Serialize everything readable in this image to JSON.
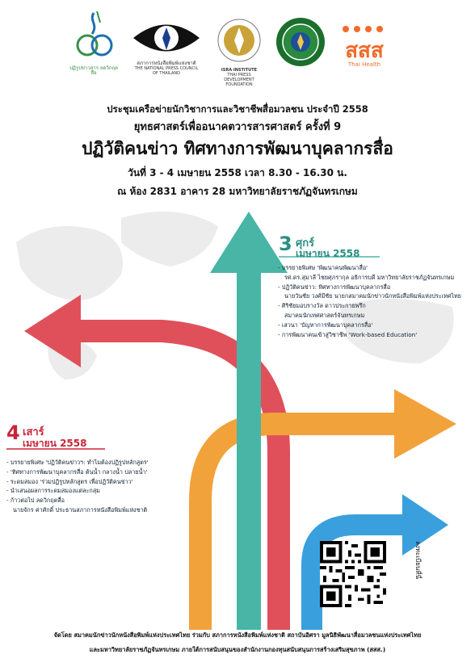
{
  "logos": [
    {
      "name": "thai-journalists-association-logo",
      "caption": "ปฏิรูปข่าวสาร ลดวิกฤตสื่อ"
    },
    {
      "name": "national-press-council-logo",
      "caption": "สภาการหนังสือพิมพ์แห่งชาติ",
      "caption2": "THE NATIONAL PRESS COUNCIL OF THAILAND"
    },
    {
      "name": "isra-institute-logo",
      "caption": "ISRA INSTITUTE",
      "caption2": "THAI PRESS DEVELOPMENT FOUNDATION"
    },
    {
      "name": "chandrakasem-rajabhat-logo",
      "caption": ""
    },
    {
      "name": "thai-health-logo",
      "caption": "สสส",
      "caption2": "Thai Health"
    }
  ],
  "header": {
    "line1": "ประชุมเครือข่ายนักวิชาการและวิชาชีพสื่อมวลชน ประจำปี 2558",
    "line2": "ยุทธศาสตร์เพื่ออนาคตวารสารศาสตร์ ครั้งที่ 9",
    "line3": "ปฏิวัติคนข่าว ทิศทางการพัฒนาบุคลากรสื่อ",
    "line4": "วันที่ 3 - 4 เมษายน 2558 เวลา 8.30 - 16.30 น.",
    "line5": "ณ ห้อง 2831 อาคาร 28 มหาวิทยาลัยราชภัฏจันทรเกษม"
  },
  "day_one": {
    "number": "3",
    "weekday": "ศุกร์",
    "month": "เมษายน 2558",
    "items": [
      {
        "type": "item",
        "text": "บรรยายพิเศษ 'พัฒนาคนพัฒนาสื่อ'"
      },
      {
        "type": "sub",
        "text": "รศ.ดร.สุมาลี ไชยศุภรากุล อธิการบดี มหาวิทยาลัยราชภัฏจันทรเกษม"
      },
      {
        "type": "item",
        "text": "ปฏิวัติคนข่าว: ทิศทางการพัฒนาบุคลากรสื่อ"
      },
      {
        "type": "sub",
        "text": "นายวันชัย วงศ์มีชัย นายกสมาคมนักข่าวนักหนังสือพิมพ์แห่งประเทศไทย"
      },
      {
        "type": "item",
        "text": "ศิริชัยมอบรางวัล ดาวประกายพรึก"
      },
      {
        "type": "sub",
        "text": "สมาคมนักเทศศาสตร์จันทรเกษม"
      },
      {
        "type": "item",
        "text": "เสวนา 'บัญหาการพัฒนาบุคลากรสื่อ'"
      },
      {
        "type": "item",
        "text": "การพัฒนาคนเข้าสู่วิชาชีพ 'Work-based Education'"
      }
    ]
  },
  "day_two": {
    "number": "4",
    "weekday": "เสาร์",
    "month": "เมษายน 2558",
    "items": [
      {
        "type": "item",
        "text": "บรรยายพิเศษ 'ปฏิวัติคนข่าวฯ: ทำไมต้องปฏิรูปหลักสูตร'"
      },
      {
        "type": "item",
        "text": "'ทิศทางการพัฒนาบุคลากรสื่อ ต้นน้ำ กลางน้ำ ปลายน้ำ'"
      },
      {
        "type": "item",
        "text": "ระดมสมอง 'ร่วมปฏิรูปหลักสูตร เพื่อปฏิวัติคนข่าว'"
      },
      {
        "type": "item",
        "text": "นำเสนอผลการระดมสมองแต่ละกลุ่ม"
      },
      {
        "type": "item",
        "text": "ก้าวต่อไป ลดวิกฤตสื่อ"
      },
      {
        "type": "sub",
        "text": "นายจักร ค่าศักดิ์ ประธานสภาการหนังสือพิมพ์แห่งชาติ"
      }
    ]
  },
  "qr": {
    "label": "ลงทะเบียนที่นี่"
  },
  "footer": {
    "line1": "จัดโดย สมาคมนักข่าวนักหนังสือพิมพ์แห่งประเทศไทย ร่วมกับ สภาการหนังสือพิมพ์แห่งชาติ สถาบันอิศรา มูลนิธิพัฒนาสื่อมวลชนแห่งประเทศไทย",
    "line2": "และมหาวิทยาลัยราชภัฏจันทรเกษม ภายใต้การสนับสนุนของสำนักงานกองทุนสนับสนุนการสร้างเสริมสุขภาพ (สสส.)"
  },
  "colors": {
    "teal": "#49b5a6",
    "red": "#e0505a",
    "orange": "#f2a23a",
    "blue": "#39a0dd",
    "map": "#e8e8e8"
  }
}
